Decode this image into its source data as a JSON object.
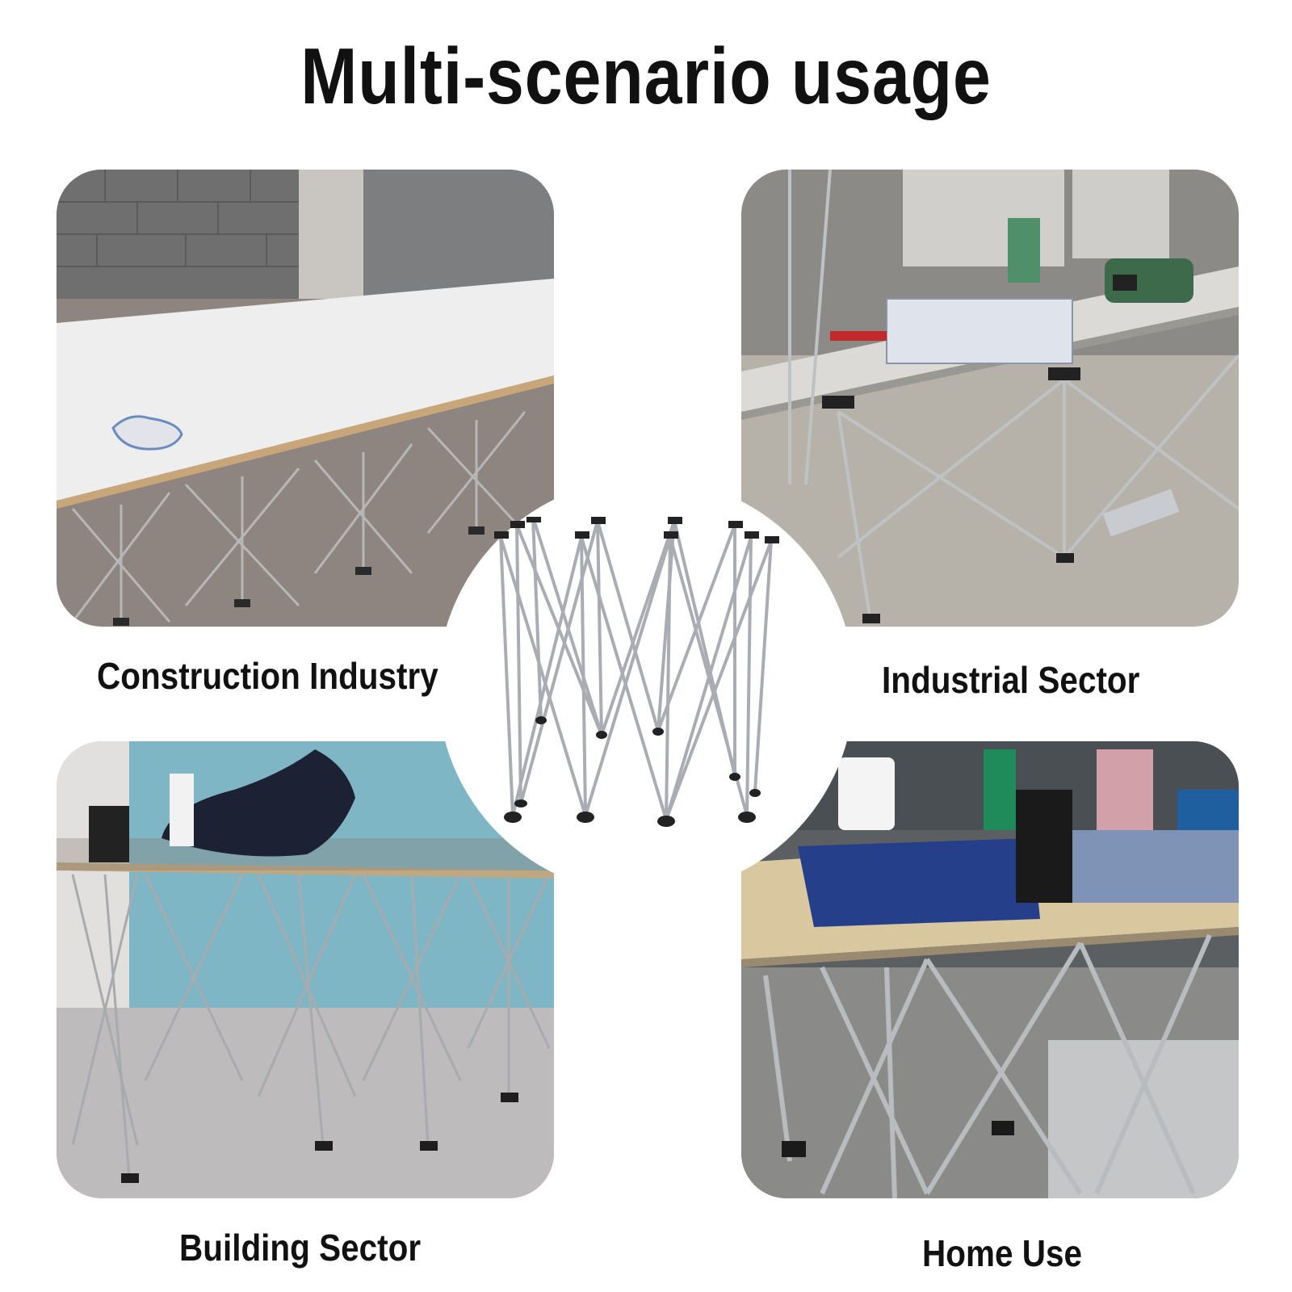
{
  "title": "Multi-scenario usage",
  "scenarios": [
    {
      "label": "Construction Industry"
    },
    {
      "label": "Industrial Sector"
    },
    {
      "label": "Building Sector"
    },
    {
      "label": "Home Use"
    }
  ],
  "colors": {
    "background": "#ffffff",
    "text": "#111111",
    "frame_metal": "#a9adb3",
    "frame_feet": "#222222"
  }
}
